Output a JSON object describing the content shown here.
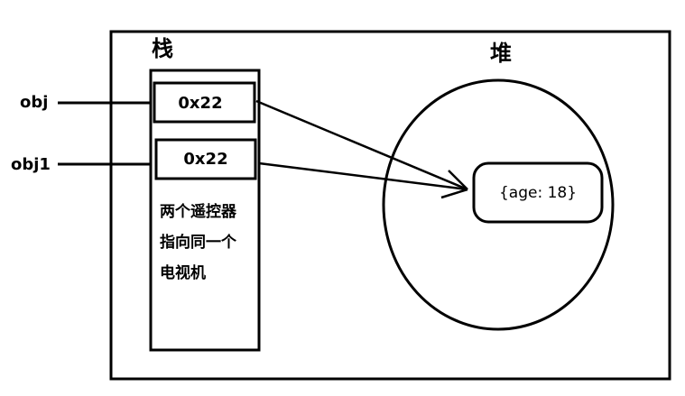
{
  "stack_title": "栈",
  "heap_title": "堆",
  "variables": [
    {
      "name": "obj",
      "address": "0x22"
    },
    {
      "name": "obj1",
      "address": "0x22"
    }
  ],
  "note_lines": [
    "两个遥控器",
    "指向同一个",
    "电视机"
  ],
  "heap_object": "{age: 18}"
}
